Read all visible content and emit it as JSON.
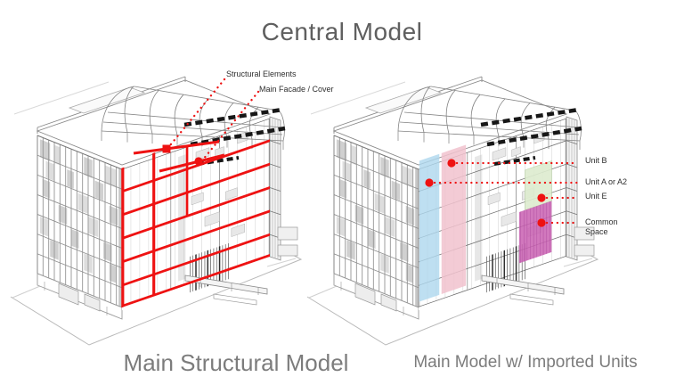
{
  "slide": {
    "title": "Central Model"
  },
  "left_model": {
    "caption": "Main Structural Model",
    "annotations": {
      "structural": "Structural Elements",
      "facade": "Main Facade / Cover"
    },
    "accent_color": "#ee1212"
  },
  "right_model": {
    "caption": "Main Model w/ Imported Units",
    "annotations": {
      "unit_b": "Unit B",
      "unit_a": "Unit A or A2",
      "unit_e": "Unit E",
      "common": "Common Space"
    },
    "band_colors": {
      "blue": "#aed7ee",
      "pink": "#f1c2ce",
      "green": "#ddeccf",
      "magenta": "#c960b2"
    }
  }
}
